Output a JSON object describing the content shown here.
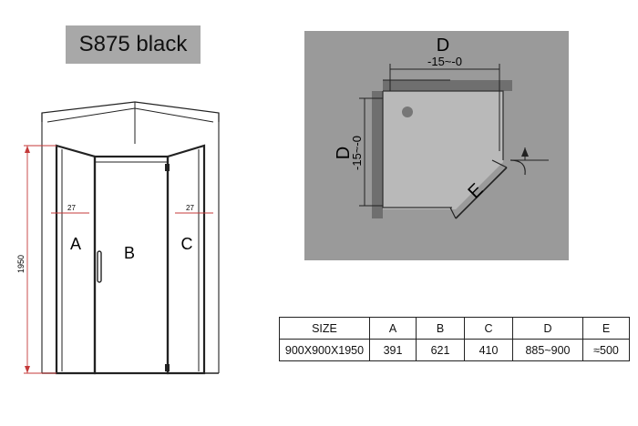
{
  "title": "S875 black",
  "elevation": {
    "height_label": "1950",
    "panel_a_label": "A",
    "panel_b_label": "B",
    "panel_c_label": "C",
    "left_offset_label": "27",
    "right_offset_label": "27"
  },
  "plan": {
    "top_dim_label": "D",
    "top_range_label": "-15~-0",
    "side_dim_label": "D",
    "side_range_label": "-15~-0",
    "door_label": "E"
  },
  "table": {
    "headers": [
      "SIZE",
      "A",
      "B",
      "C",
      "D",
      "E"
    ],
    "row": [
      "900X900X1950",
      "391",
      "621",
      "410",
      "885~900",
      "≈500"
    ]
  },
  "colors": {
    "title_bg": "#a8a8a8",
    "plan_bg": "#9a9a9a",
    "dimension_red": "#c43a3a",
    "frame_dark": "#222222"
  }
}
